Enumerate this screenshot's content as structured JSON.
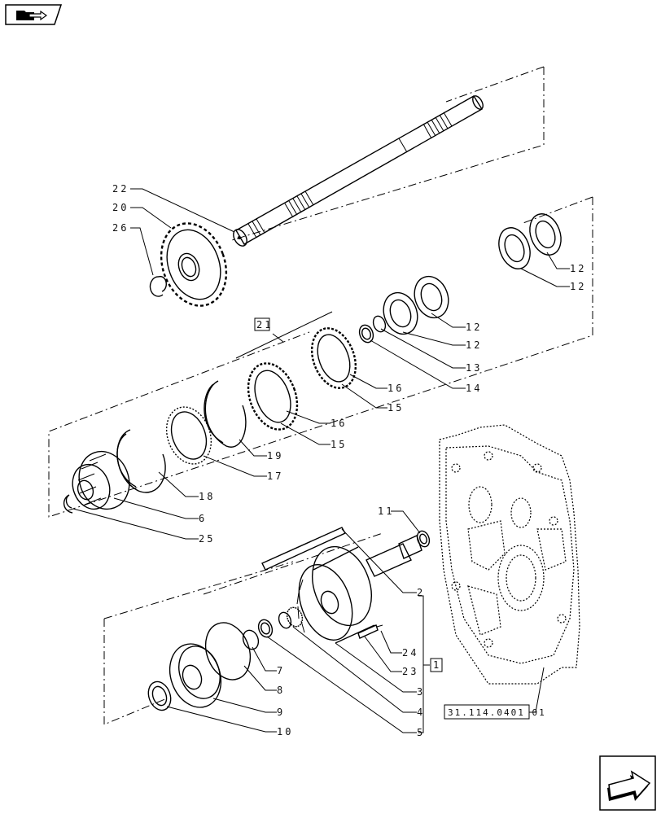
{
  "reference_box": "31.114.0401 01",
  "kit_labels": {
    "k1": "1",
    "k21": "21"
  },
  "callouts": {
    "c22": "22",
    "c20": "20",
    "c26": "26",
    "c12a": "12",
    "c12b": "12",
    "c12c": "12",
    "c12d": "12",
    "c13": "13",
    "c14": "14",
    "c16a": "16",
    "c15a": "15",
    "c16b": "16",
    "c15b": "15",
    "c19": "19",
    "c17": "17",
    "c18": "18",
    "c6": "6",
    "c25": "25",
    "c11": "11",
    "c2": "2",
    "c24": "24",
    "c23": "23",
    "c7": "7",
    "c8": "8",
    "c3": "3",
    "c9": "9",
    "c4": "4",
    "c5": "5",
    "c10": "10"
  },
  "icons": {
    "nav_back": "folder-arrow-icon",
    "nav_next": "next-page-arrow-icon"
  }
}
